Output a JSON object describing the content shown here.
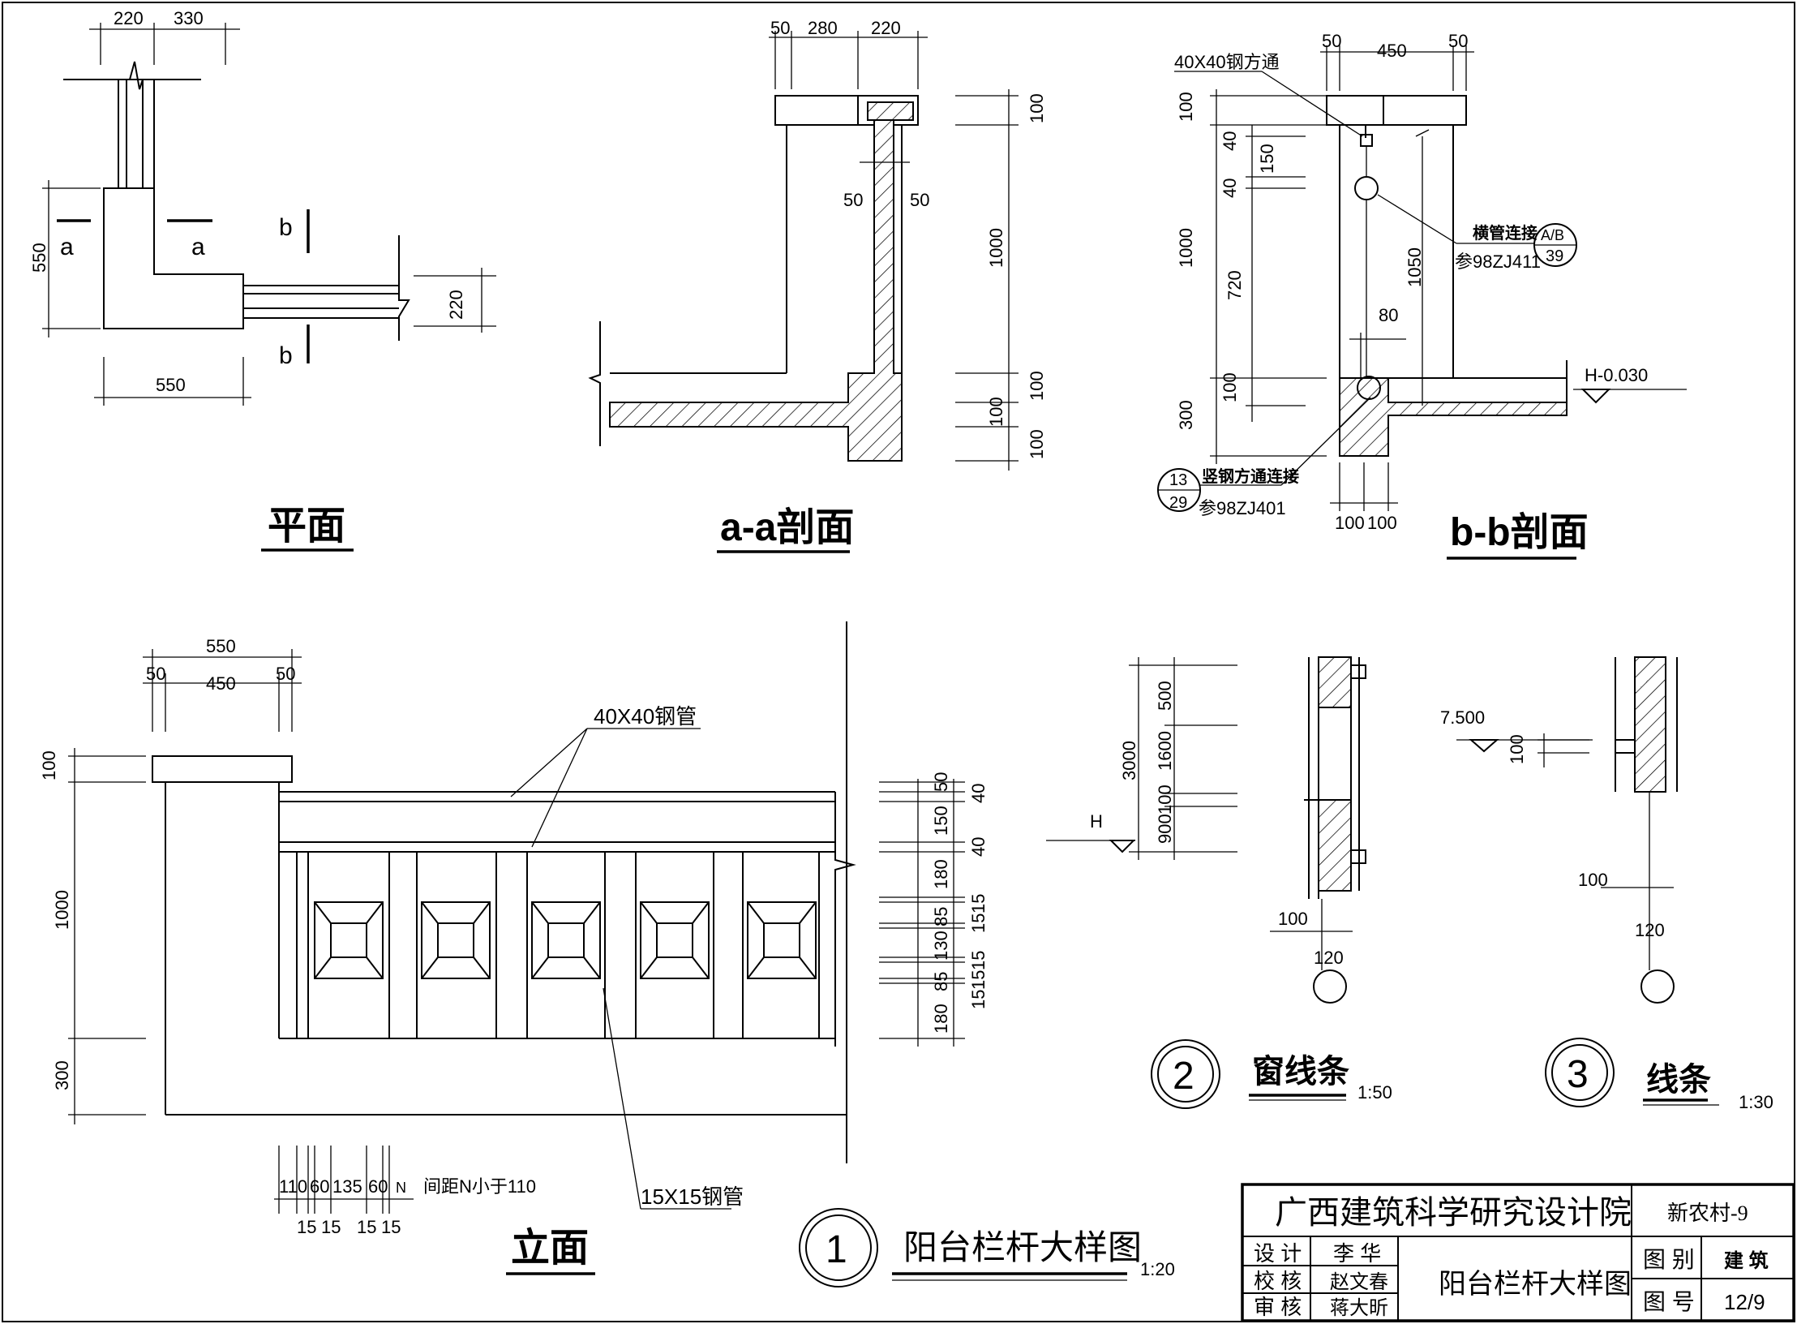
{
  "titles": {
    "plan": "平面",
    "section_aa": "a-a剖面",
    "section_bb": "b-b剖面",
    "elevation": "立面",
    "window_line": "窗线条",
    "line_strip": "线条",
    "main_detail": "阳台栏杆大样图"
  },
  "markers": {
    "one": "1",
    "two": "2",
    "three": "3"
  },
  "scales": {
    "main": "1:20",
    "window_line": "1:50",
    "line_strip": "1:30"
  },
  "plan": {
    "dims": [
      "220",
      "330",
      "550",
      "550",
      "220"
    ],
    "cuts": [
      "a",
      "a",
      "b",
      "b"
    ]
  },
  "section_aa": {
    "dims_top": [
      "50",
      "280",
      "220"
    ],
    "dims_side": [
      "50",
      "50"
    ],
    "dims_right": [
      "100",
      "1000",
      "100",
      "100",
      "100"
    ]
  },
  "section_bb": {
    "dims_top": [
      "50",
      "450",
      "50"
    ],
    "dims_left": [
      "100",
      "40",
      "150",
      "40",
      "1000",
      "720",
      "100",
      "300"
    ],
    "dims_mid": [
      "1050",
      "80"
    ],
    "dims_bottom": [
      "100",
      "100"
    ],
    "steel_tube": "40X40钢方通",
    "h_conn": "横管连接",
    "ref1": "参98ZJ411",
    "idx1_top": "A/B",
    "idx1_bot": "39",
    "v_conn": "竖钢方通连接",
    "ref2": "参98ZJ401",
    "idx2_top": "13",
    "idx2_bot": "29",
    "level": "H-0.030"
  },
  "elevation": {
    "dims_top": [
      "550",
      "50",
      "450",
      "50"
    ],
    "dims_left": [
      "100",
      "1000",
      "300"
    ],
    "dims_right": [
      "50",
      "40",
      "150",
      "40",
      "180",
      "15",
      "85",
      "15",
      "130",
      "15",
      "15",
      "85",
      "15",
      "15",
      "180"
    ],
    "dims_bottom": [
      "110",
      "60",
      "135",
      "60",
      "N",
      "15",
      "15",
      "15",
      "15"
    ],
    "tube_label": "40X40钢管",
    "bar_label": "15X15钢管",
    "spacing_note": "间距N小于110"
  },
  "window_line": {
    "dims": [
      "500",
      "3000",
      "1600",
      "100",
      "900",
      "100",
      "120"
    ],
    "level": "H"
  },
  "line_strip": {
    "level": "7.500",
    "dims": [
      "100",
      "100",
      "120"
    ]
  },
  "title_block": {
    "institute": "广西建筑科学研究设计院",
    "project": "新农村-9",
    "design_label": "设 计",
    "designer": "李 华",
    "check_label": "校 核",
    "checker": "赵文春",
    "review_label": "审 核",
    "reviewer": "蒋大昕",
    "drawing_name": "阳台栏杆大样图",
    "type_label": "图 别",
    "type_value": "建 筑",
    "number_label": "图 号",
    "number_value": "12/9"
  }
}
